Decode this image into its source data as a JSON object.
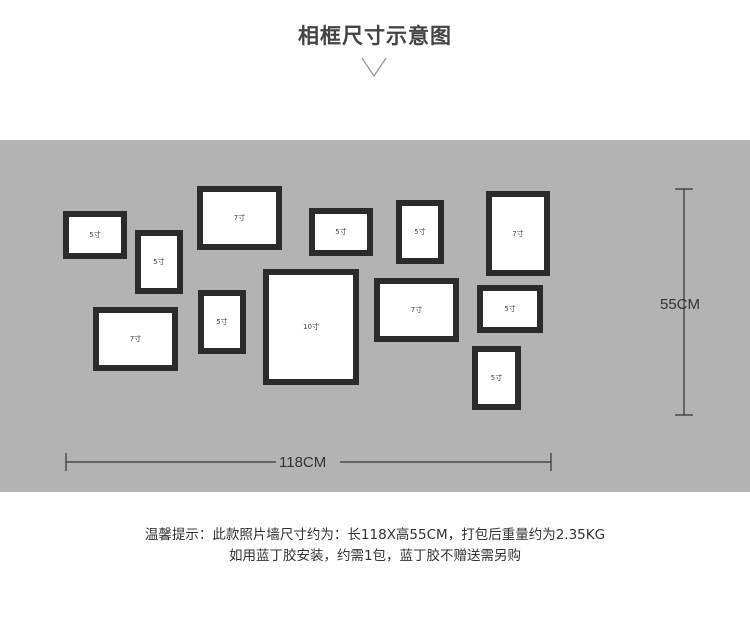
{
  "title": "相框尺寸示意图",
  "frames": [
    {
      "name": "frame-5-top-left",
      "label": "5寸"
    },
    {
      "name": "frame-5-left-upper",
      "label": "5寸"
    },
    {
      "name": "frame-7-top",
      "label": "7寸"
    },
    {
      "name": "frame-5-top-middle",
      "label": "5寸"
    },
    {
      "name": "frame-5-top-right-small",
      "label": "5寸"
    },
    {
      "name": "frame-7-top-right",
      "label": "7寸"
    },
    {
      "name": "frame-7-bottom-left",
      "label": "7寸"
    },
    {
      "name": "frame-5-bottom-small",
      "label": "5寸"
    },
    {
      "name": "frame-10-center",
      "label": "10寸"
    },
    {
      "name": "frame-7-middle-right",
      "label": "7寸"
    },
    {
      "name": "frame-5-right-landscape",
      "label": "5寸"
    },
    {
      "name": "frame-5-bottom-right",
      "label": "5寸"
    }
  ],
  "dimensions": {
    "height_label": "55CM",
    "width_label": "118CM"
  },
  "note": {
    "line1": "温馨提示：此款照片墙尺寸约为：长118X高55CM，打包后重量约为2.35KG",
    "line2": "如用蓝丁胶安装，约需1包，蓝丁胶不赠送需另购"
  },
  "colors": {
    "panel": "#b3b3b3",
    "frame_border": "#2b2b2b",
    "text": "#333333"
  }
}
